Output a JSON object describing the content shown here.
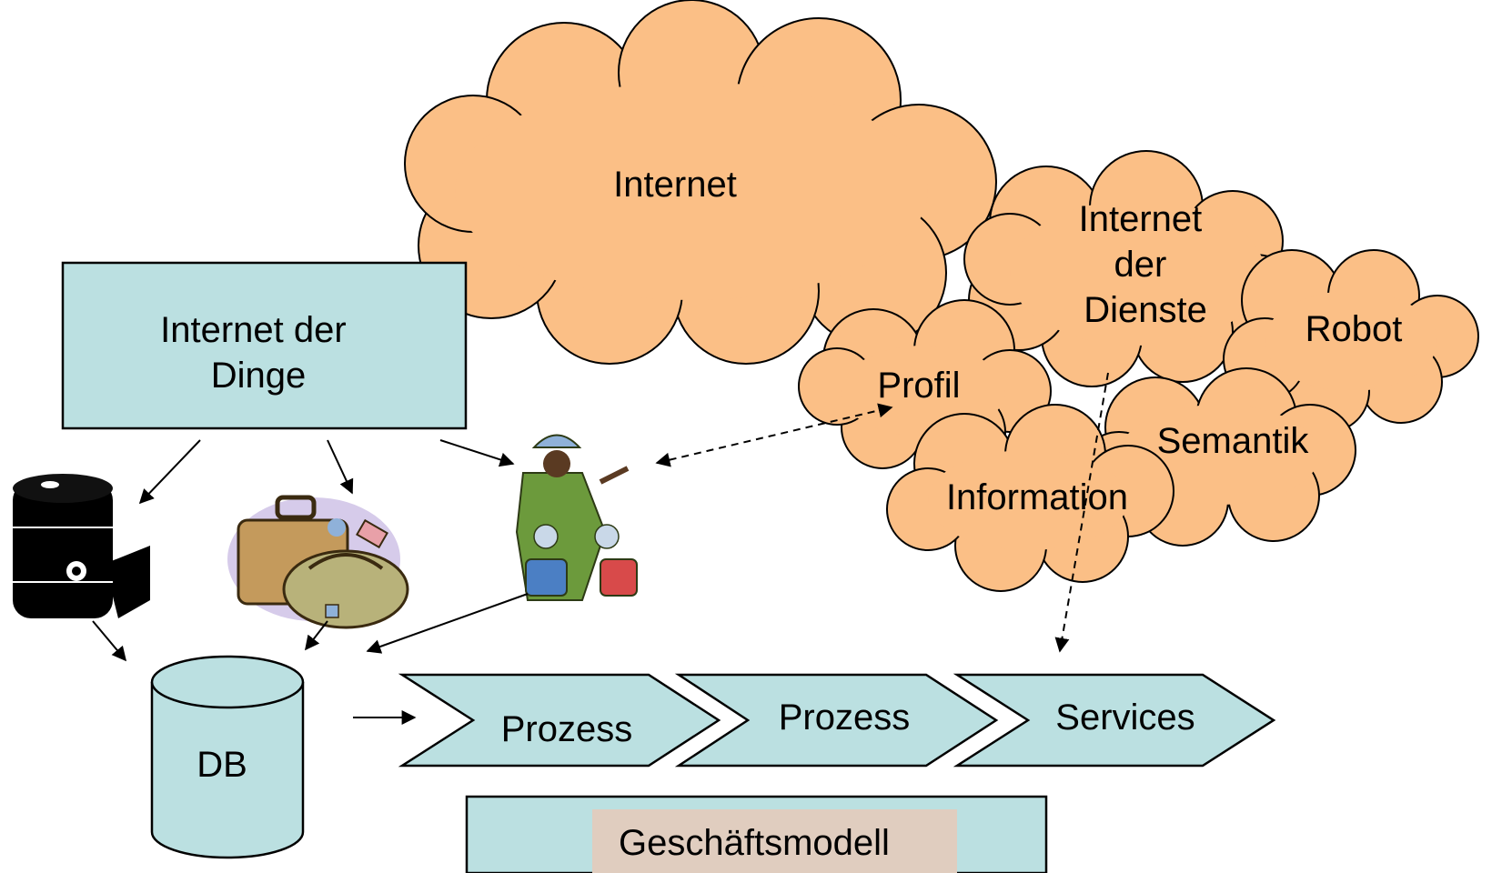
{
  "diagram": {
    "internet": "Internet",
    "internet_der_dienste": [
      "Internet",
      "der",
      "Dienste"
    ],
    "robot": "Robot",
    "profil": "Profil",
    "semantik": "Semantik",
    "information": "Information",
    "internet_der_dinge": [
      "Internet der",
      "Dinge"
    ],
    "db": "DB",
    "process_steps": [
      "Prozess",
      "Prozess",
      "Services"
    ],
    "geschaeftsmodell": "Geschäftsmodell"
  },
  "icons": [
    "oil-barrel-icon",
    "luggage-icon",
    "tourist-guide-icon"
  ],
  "colors": {
    "cloud_fill": "#FBBF86",
    "box_fill": "#BBE0E1",
    "label_fill": "#E0CDBF"
  }
}
